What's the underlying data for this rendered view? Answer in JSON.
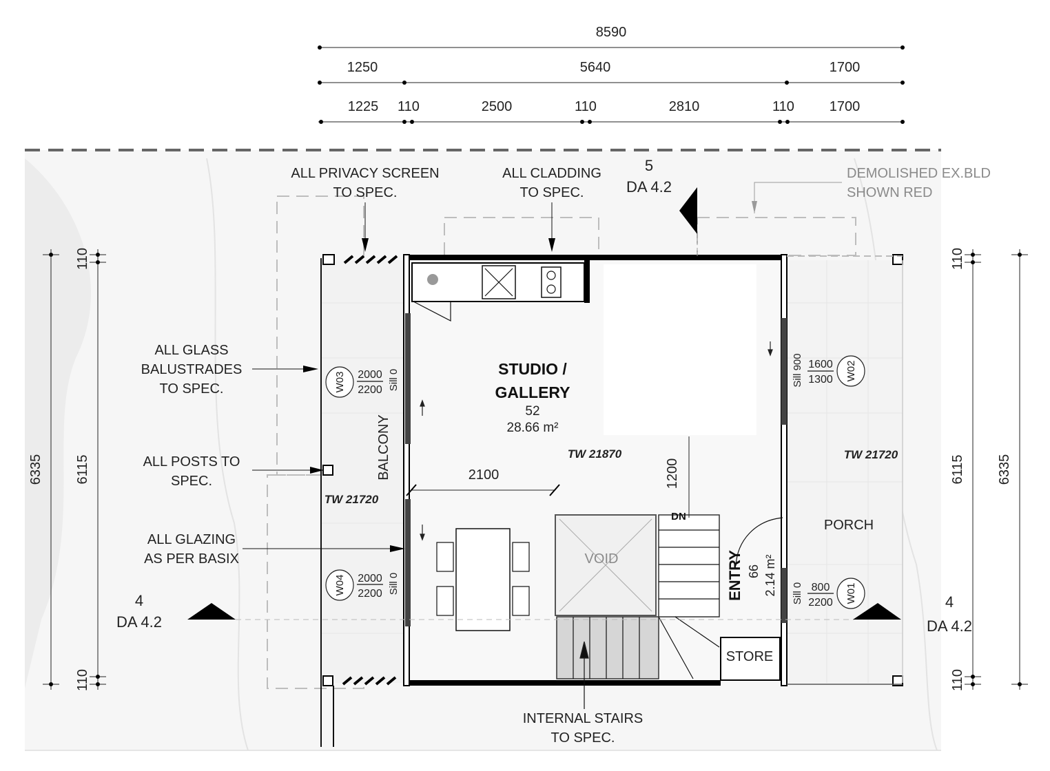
{
  "dimensions_top": {
    "overall": "8590",
    "row2": [
      "1250",
      "5640",
      "1700"
    ],
    "row3": [
      "1225",
      "110",
      "2500",
      "110",
      "2810",
      "110",
      "1700"
    ]
  },
  "dimensions_left": {
    "outer": "6335",
    "inner": "6115",
    "top_small": "110",
    "bottom_small": "110"
  },
  "dimensions_right": {
    "outer": "6335",
    "inner": "6115",
    "top_small": "110",
    "bottom_small": "110"
  },
  "internal_dims": {
    "width": "2100",
    "height": "1200"
  },
  "notes": {
    "privacy": [
      "ALL PRIVACY SCREEN",
      "TO SPEC."
    ],
    "cladding": [
      "ALL CLADDING",
      "TO SPEC."
    ],
    "demolished": [
      "DEMOLISHED EX.BLD",
      "SHOWN RED"
    ],
    "glass": [
      "ALL GLASS",
      "BALUSTRADES",
      "TO SPEC."
    ],
    "posts": [
      "ALL POSTS TO",
      "SPEC."
    ],
    "glazing": [
      "ALL GLAZING",
      "AS PER BASIX"
    ],
    "stairs": [
      "INTERNAL STAIRS",
      "TO SPEC."
    ]
  },
  "section_markers": {
    "top": {
      "number": "5",
      "ref": "DA 4.2"
    },
    "left": {
      "number": "4",
      "ref": "DA 4.2"
    },
    "right": {
      "number": "4",
      "ref": "DA 4.2"
    }
  },
  "rooms": {
    "studio": {
      "name_line1": "STUDIO /",
      "name_line2": "GALLERY",
      "number": "52",
      "area": "28.66 m²"
    },
    "entry": {
      "name": "ENTRY",
      "number": "66",
      "area": "2.14 m²"
    },
    "balcony": "BALCONY",
    "porch": "PORCH",
    "store": "STORE",
    "void": "VOID",
    "stair_dn": "DN"
  },
  "levels": {
    "tw_left": "TW 21720",
    "tw_center": "TW 21870",
    "tw_right": "TW 21720"
  },
  "windows": [
    {
      "tag": "W03",
      "head": "2000",
      "height": "2200",
      "sill": "Sill 0"
    },
    {
      "tag": "W04",
      "head": "2000",
      "height": "2200",
      "sill": "Sill 0"
    },
    {
      "tag": "W02",
      "head": "1600",
      "height": "1300",
      "sill": "Sill 900"
    },
    {
      "tag": "W01",
      "head": "800",
      "height": "2200",
      "sill": "Sill 0"
    }
  ]
}
